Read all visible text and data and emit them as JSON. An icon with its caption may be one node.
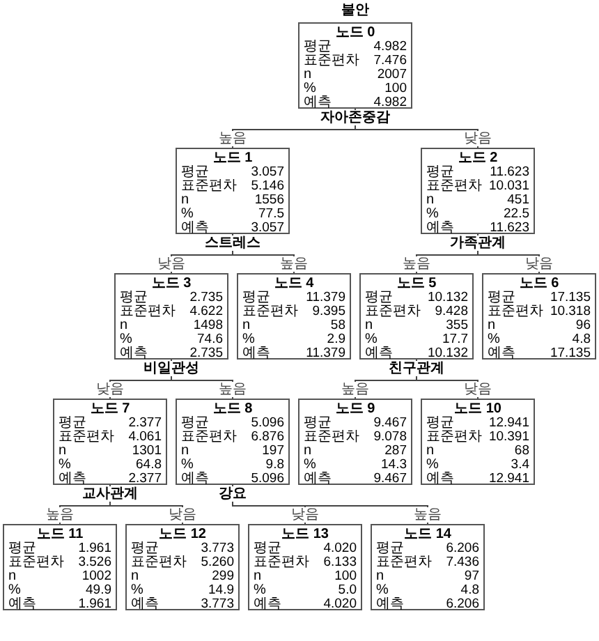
{
  "diagram": {
    "title": "불안",
    "nodes": [
      {
        "text": [
          "노드 0",
          "평균",
          "4.982",
          "표준편차",
          "7.476",
          "n",
          "2007",
          "%",
          "100",
          "예측",
          "4.982"
        ],
        "beside": [
          "자아존중감"
        ]
      },
      {
        "text": [
          "노드 1",
          "평균",
          "3.057",
          "표준편차",
          "5.146",
          "n",
          "1556",
          "%",
          "77.5",
          "예측",
          "3.057"
        ],
        "beside": [
          "스트레스"
        ]
      },
      {
        "text": [
          "노드 2",
          "평균",
          "11.623",
          "표준편차",
          "10.031",
          "n",
          "451",
          "%",
          "22.5",
          "예측",
          "11.623"
        ],
        "beside": [
          "가족관계"
        ]
      },
      {
        "text": [
          "노드 3",
          "평균",
          "2.735",
          "표준편차",
          "4.622",
          "n",
          "1498",
          "%",
          "74.6",
          "예측",
          "2.735"
        ],
        "beside": [
          "비일관성"
        ]
      },
      {
        "text": [
          "노드 4",
          "평균",
          "11.379",
          "표준편차",
          "9.395",
          "n",
          "58",
          "%",
          "2.9",
          "예측",
          "11.379"
        ]
      },
      {
        "text": [
          "노드 5",
          "평균",
          "10.132",
          "표준편차",
          "9.428",
          "n",
          "355",
          "%",
          "17.7",
          "예측",
          "10.132"
        ],
        "beside": [
          "친구관계"
        ]
      },
      {
        "text": [
          "노드 6",
          "평균",
          "17.135",
          "표준편차",
          "10.318",
          "n",
          "96",
          "%",
          "4.8",
          "예측",
          "17.135"
        ]
      },
      {
        "text": [
          "노드 7",
          "평균",
          "2.377",
          "표준편차",
          "4.061",
          "n",
          "1301",
          "%",
          "64.8",
          "예측",
          "2.377"
        ],
        "beside": [
          "교사관계"
        ]
      },
      {
        "text": [
          "노드 8",
          "평균",
          "5.096",
          "표준편차",
          "6.876",
          "n",
          "197",
          "%",
          "9.8",
          "예측",
          "5.096"
        ],
        "beside": [
          "강요"
        ]
      },
      {
        "text": [
          "노드 9",
          "평균",
          "9.467",
          "표준편차",
          "9.078",
          "n",
          "287",
          "%",
          "14.3",
          "예측",
          "9.467"
        ]
      },
      {
        "text": [
          "노드 10",
          "평균",
          "12.941",
          "표준편차",
          "10.391",
          "n",
          "68",
          "%",
          "3.4",
          "예측",
          "12.941"
        ]
      },
      {
        "text": [
          "노드 11",
          "평균",
          "1.961",
          "표준편차",
          "3.526",
          "n",
          "1002",
          "%",
          "49.9",
          "예측",
          "1.961"
        ]
      },
      {
        "text": [
          "노드 12",
          "평균",
          "3.773",
          "표준편차",
          "5.260",
          "n",
          "299",
          "%",
          "14.9",
          "예측",
          "3.773"
        ]
      },
      {
        "text": [
          "노드 13",
          "평균",
          "4.020",
          "표준편차",
          "6.133",
          "n",
          "100",
          "%",
          "5.0",
          "예측",
          "4.020"
        ]
      },
      {
        "text": [
          "노드 14",
          "평균",
          "6.206",
          "표준편차",
          "7.436",
          "n",
          "97",
          "%",
          "4.8",
          "예측",
          "6.206"
        ]
      }
    ],
    "edges": [
      {
        "from": 0,
        "to": 1,
        "arrow": "none",
        "label": "높음"
      },
      {
        "from": 0,
        "to": 2,
        "arrow": "none",
        "label": "낮음"
      },
      {
        "from": 1,
        "to": 3,
        "arrow": "none",
        "label": "낮음"
      },
      {
        "from": 1,
        "to": 4,
        "arrow": "none",
        "label": "높음"
      },
      {
        "from": 2,
        "to": 5,
        "arrow": "none",
        "label": "높음"
      },
      {
        "from": 2,
        "to": 6,
        "arrow": "none",
        "label": "낮음"
      },
      {
        "from": 3,
        "to": 7,
        "arrow": "none",
        "label": "낮음"
      },
      {
        "from": 3,
        "to": 8,
        "arrow": "none",
        "label": "높음"
      },
      {
        "from": 5,
        "to": 9,
        "arrow": "none",
        "label": "높음"
      },
      {
        "from": 5,
        "to": 10,
        "arrow": "none",
        "label": "낮음"
      },
      {
        "from": 7,
        "to": 11,
        "arrow": "none",
        "label": "높음"
      },
      {
        "from": 7,
        "to": 12,
        "arrow": "none",
        "label": "낮음"
      },
      {
        "from": 8,
        "to": 13,
        "arrow": "none",
        "label": "낮음"
      },
      {
        "from": 8,
        "to": 14,
        "arrow": "none",
        "label": "높음"
      }
    ]
  }
}
